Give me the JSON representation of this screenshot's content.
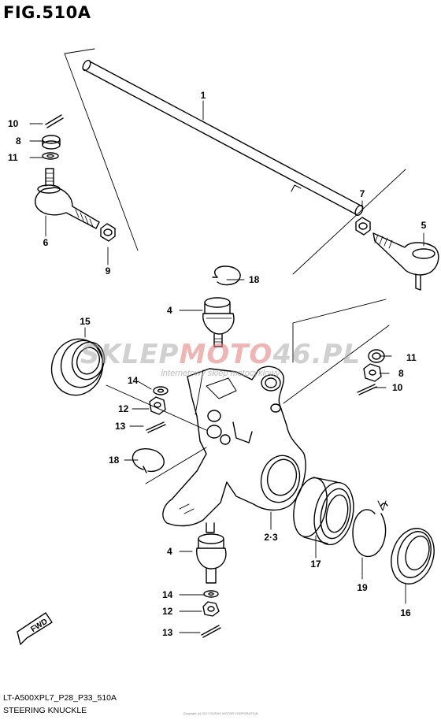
{
  "figure": {
    "title": "FIG.510A",
    "model_code": "LT-A500XPL7_P28_P33_510A",
    "name": "STEERING KNUCKLE",
    "copyright": "Copyright (c) 2017 SUZUKI MOTOR CORPORATION"
  },
  "watermark": {
    "brand_part1": "SKLEP",
    "brand_part2": "MOTO",
    "brand_part3": "46.PL",
    "tagline": "internetowy sklep motocyklowy"
  },
  "fwd_label": "FWD",
  "callouts": [
    {
      "id": "c1",
      "text": "1"
    },
    {
      "id": "c10a",
      "text": "10"
    },
    {
      "id": "c8a",
      "text": "8"
    },
    {
      "id": "c11a",
      "text": "11"
    },
    {
      "id": "c6",
      "text": "6"
    },
    {
      "id": "c9",
      "text": "9"
    },
    {
      "id": "c7",
      "text": "7"
    },
    {
      "id": "c5",
      "text": "5"
    },
    {
      "id": "c18a",
      "text": "18"
    },
    {
      "id": "c4a",
      "text": "4"
    },
    {
      "id": "c15",
      "text": "15"
    },
    {
      "id": "c14a",
      "text": "14"
    },
    {
      "id": "c12a",
      "text": "12"
    },
    {
      "id": "c13a",
      "text": "13"
    },
    {
      "id": "c18b",
      "text": "18"
    },
    {
      "id": "c11b",
      "text": "11"
    },
    {
      "id": "c8b",
      "text": "8"
    },
    {
      "id": "c10b",
      "text": "10"
    },
    {
      "id": "c23",
      "text": "2·3"
    },
    {
      "id": "c17",
      "text": "17"
    },
    {
      "id": "c19",
      "text": "19"
    },
    {
      "id": "c16",
      "text": "16"
    },
    {
      "id": "c4b",
      "text": "4"
    },
    {
      "id": "c14b",
      "text": "14"
    },
    {
      "id": "c12b",
      "text": "12"
    },
    {
      "id": "c13b",
      "text": "13"
    }
  ]
}
